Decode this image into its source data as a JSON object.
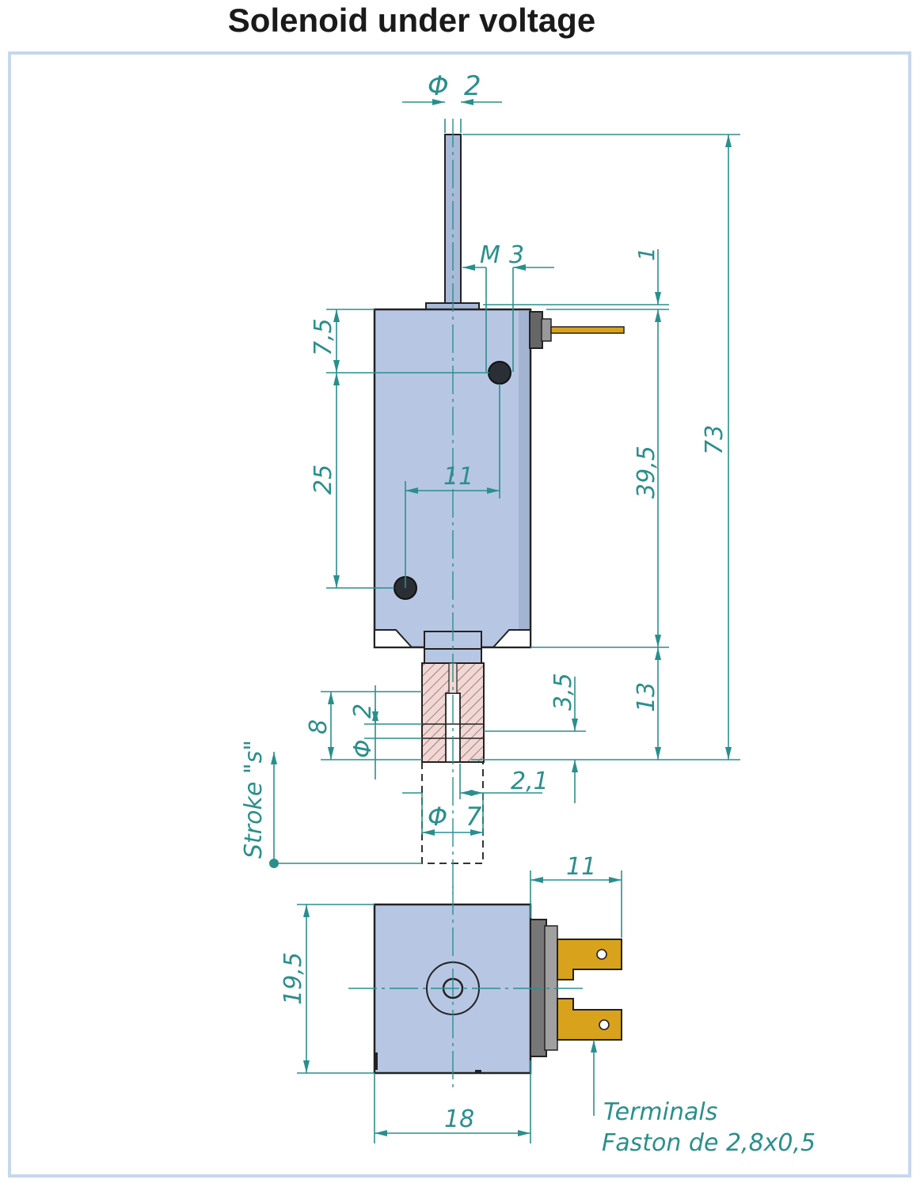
{
  "title": "Solenoid under voltage",
  "dimensions": {
    "phi2_symbol": "Φ",
    "phi2_value": "2",
    "m3_letter": "M",
    "m3_value": "3",
    "d1": "1",
    "d73": "73",
    "d7_5": "7,5",
    "d25": "25",
    "d11": "11",
    "d39_5": "39,5",
    "d13": "13",
    "d3_5": "3,5",
    "d8": "8",
    "d2": "2",
    "phi_small_symbol": "Φ",
    "d2_1": "2,1",
    "phi7_symbol": "Φ",
    "phi7_value": "7",
    "stroke_label": "Stroke \"s\"",
    "d11_bottom": "11",
    "d19_5": "19,5",
    "d18": "18"
  },
  "terminals": {
    "line1": "Terminals",
    "line2": "Faston de 2,8x0,5"
  },
  "colors": {
    "dimension": "#2a8f8c",
    "body_fill": "#b7c6e3",
    "frame_border": "#c8d6ee",
    "terminal": "#d9a21c",
    "hatch_fill": "#f1d8d5"
  }
}
